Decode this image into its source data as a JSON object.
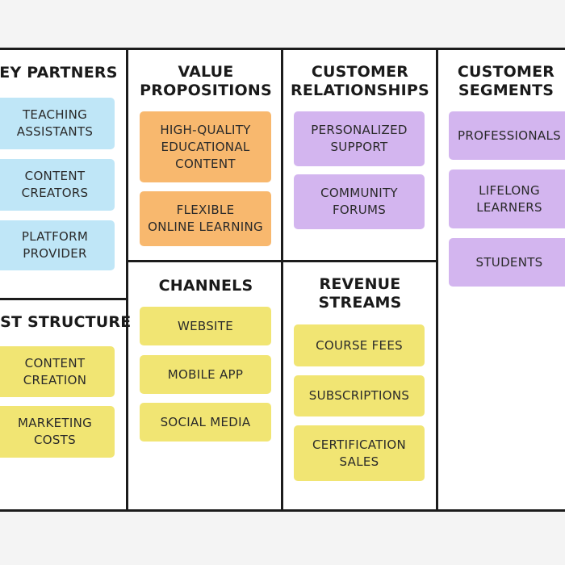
{
  "colors": {
    "blue": "#bfe6f7",
    "orange": "#f8b86e",
    "purple": "#d3b5ef",
    "yellow": "#f1e573"
  },
  "canvas": {
    "sections": [
      {
        "id": "key-partners",
        "title": "KEY PARTNERS",
        "notes": [
          "TEACHING\nASSISTANTS",
          "CONTENT\nCREATORS",
          "PLATFORM\nPROVIDER"
        ]
      },
      {
        "id": "cost-structure",
        "title": "COST STRUCTURE",
        "notes": [
          "CONTENT\nCREATION",
          "MARKETING\nCOSTS"
        ]
      },
      {
        "id": "value-propositions",
        "title": "VALUE\nPROPOSITIONS",
        "notes": [
          "HIGH-QUALITY\nEDUCATIONAL\nCONTENT",
          "FLEXIBLE\nONLINE LEARNING"
        ]
      },
      {
        "id": "channels",
        "title": "CHANNELS",
        "notes": [
          "WEBSITE",
          "MOBILE APP",
          "SOCIAL MEDIA"
        ]
      },
      {
        "id": "customer-relationships",
        "title": "CUSTOMER\nRELATIONSHIPS",
        "notes": [
          "PERSONALIZED\nSUPPORT",
          "COMMUNITY\nFORUMS"
        ]
      },
      {
        "id": "revenue-streams",
        "title": "REVENUE\nSTREAMS",
        "notes": [
          "COURSE FEES",
          "SUBSCRIPTIONS",
          "CERTIFICATION\nSALES"
        ]
      },
      {
        "id": "customer-segments",
        "title": "CUSTOMER\nSEGMENTS",
        "notes": [
          "PROFESSIONALS",
          "LIFELONG\nLEARNERS",
          "STUDENTS"
        ]
      }
    ]
  }
}
